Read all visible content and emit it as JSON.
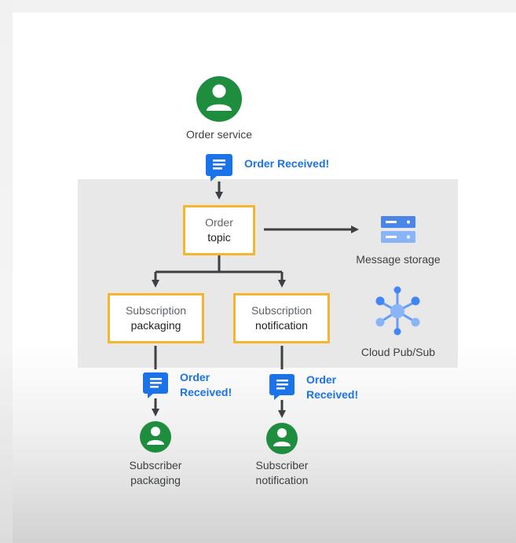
{
  "publisher": {
    "icon": "person-icon",
    "label": "Order service",
    "event_label": "Order Received!"
  },
  "topic": {
    "line1": "Order",
    "line2": "topic"
  },
  "storage": {
    "icon": "server-storage-icon",
    "label": "Message storage"
  },
  "service": {
    "icon": "cloud-pubsub-icon",
    "label": "Cloud Pub/Sub"
  },
  "subscriptions": [
    {
      "line1": "Subscription",
      "line2": "packaging",
      "event_label_line1": "Order",
      "event_label_line2": "Received!",
      "subscriber_line1": "Subscriber",
      "subscriber_line2": "packaging"
    },
    {
      "line1": "Subscription",
      "line2": "notification",
      "event_label_line1": "Order",
      "event_label_line2": "Received!",
      "subscriber_line1": "Subscriber",
      "subscriber_line2": "notification"
    }
  ],
  "colors": {
    "accent_green": "#1e8e3e",
    "accent_blue": "#1a73e8",
    "box_border": "#f6b52e",
    "arrow": "#3c4043",
    "region_bg": "#e8e8e8"
  }
}
